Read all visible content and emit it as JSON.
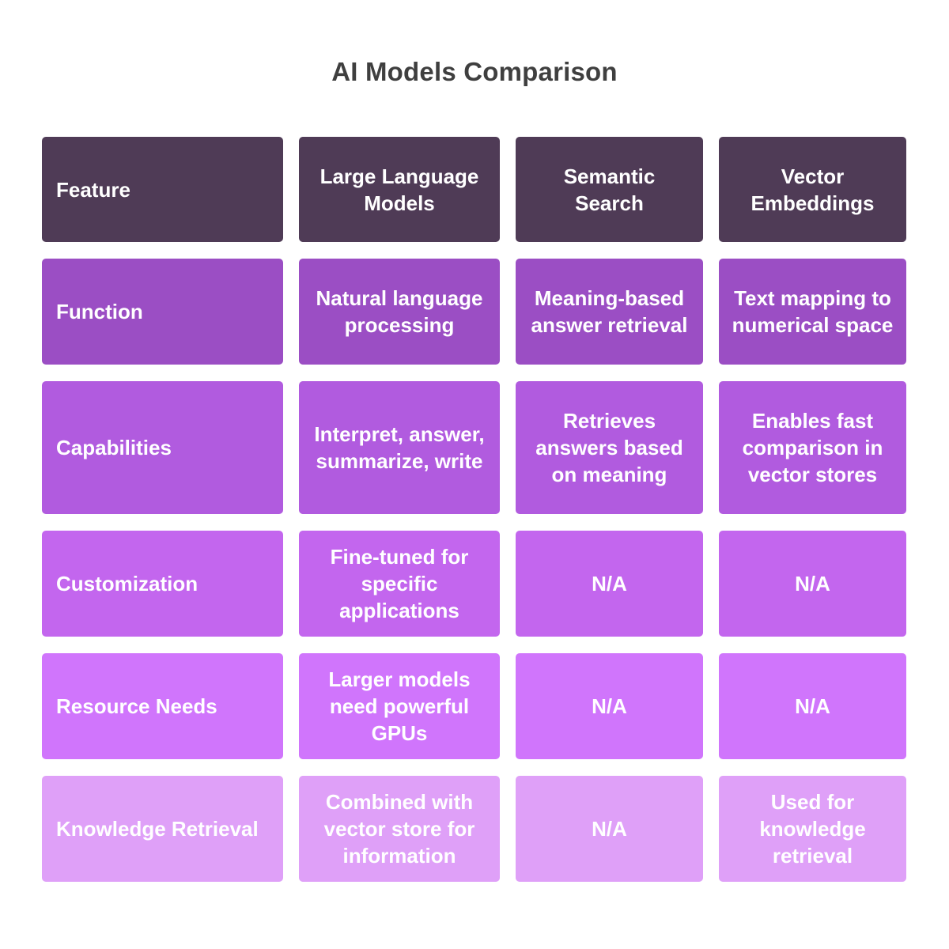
{
  "title": "AI Models Comparison",
  "columns": [
    "Feature",
    "Large Language Models",
    "Semantic Search",
    "Vector Embeddings"
  ],
  "rows": [
    {
      "feature": "Function",
      "llm": "Natural language processing",
      "semantic": "Meaning-based answer retrieval",
      "vector": "Text mapping to numerical space"
    },
    {
      "feature": "Capabilities",
      "llm": "Interpret, answer, summarize, write",
      "semantic": "Retrieves answers based on meaning",
      "vector": "Enables fast comparison in vector stores"
    },
    {
      "feature": "Customization",
      "llm": "Fine-tuned for specific applications",
      "semantic": "N/A",
      "vector": "N/A"
    },
    {
      "feature": "Resource Needs",
      "llm": "Larger models need powerful GPUs",
      "semantic": "N/A",
      "vector": "N/A"
    },
    {
      "feature": "Knowledge Retrieval",
      "llm": "Combined with vector store for information",
      "semantic": "N/A",
      "vector": "Used for knowledge retrieval"
    }
  ],
  "colors": {
    "header": "#4f3b56",
    "row_1": "#9b4ec4",
    "row_2": "#b15bdf",
    "row_3": "#c366ee",
    "row_4": "#d075fc",
    "row_5": "#dfa0f8",
    "title": "#3f3f3f"
  }
}
